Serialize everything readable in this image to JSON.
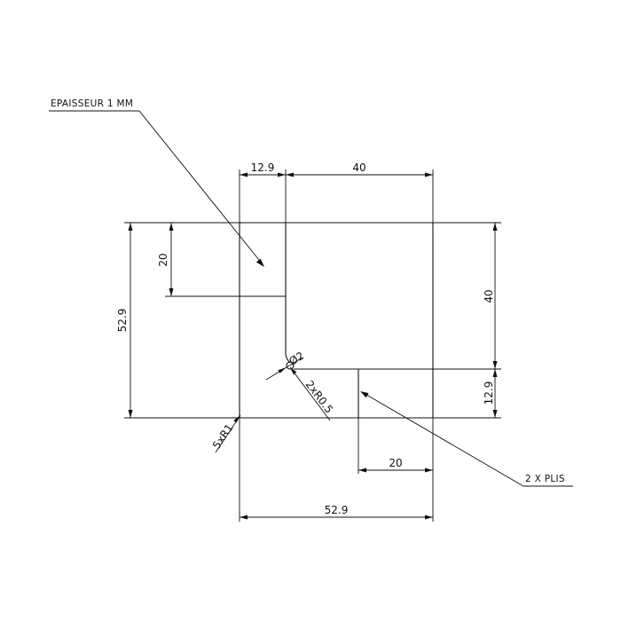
{
  "notes": {
    "thickness": "EPAISSEUR 1 MM",
    "folds": "2 X PLIS"
  },
  "dimensions": {
    "top_left_width": "12.9",
    "top_right_width": "40",
    "left_total_height": "52.9",
    "left_tab_height": "20",
    "right_upper_height": "40",
    "right_lower_height": "12.9",
    "bottom_tab_width": "20",
    "bottom_total_width": "52.9",
    "hole_diameter": "Ø2",
    "inner_radius": "2xR0.5",
    "outer_radius": "5xR1"
  },
  "colors": {
    "line": "#111111",
    "background": "#ffffff"
  }
}
